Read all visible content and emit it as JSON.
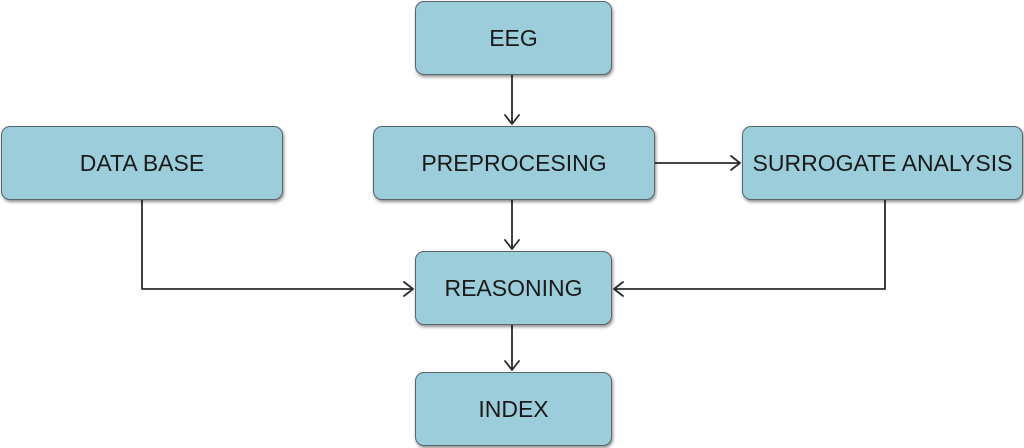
{
  "diagram": {
    "nodes": {
      "eeg": "EEG",
      "database": "DATA BASE",
      "preprocessing": "PREPROCESING",
      "surrogate": "SURROGATE ANALYSIS",
      "reasoning": "REASONING",
      "index": "INDEX"
    },
    "edges": [
      {
        "from": "eeg",
        "to": "preprocessing"
      },
      {
        "from": "preprocessing",
        "to": "surrogate"
      },
      {
        "from": "preprocessing",
        "to": "reasoning"
      },
      {
        "from": "database",
        "to": "reasoning"
      },
      {
        "from": "surrogate",
        "to": "reasoning"
      },
      {
        "from": "reasoning",
        "to": "index"
      }
    ],
    "colors": {
      "node_fill": "#9ccddb",
      "node_border": "#58656b",
      "connector": "#2b2b2b"
    }
  }
}
